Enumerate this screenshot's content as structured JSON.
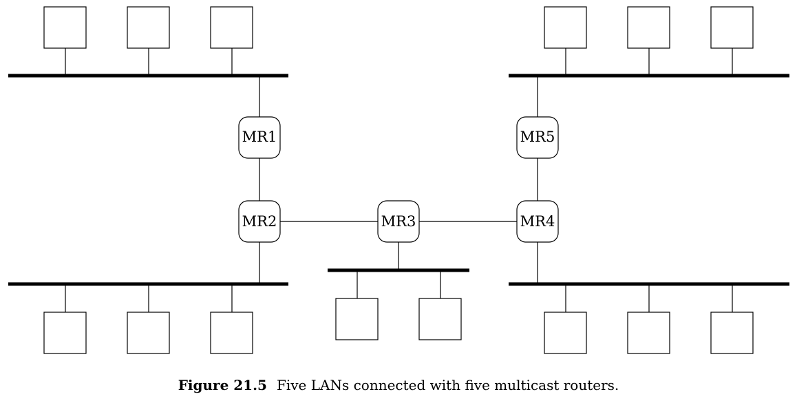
{
  "diagram": {
    "routers": [
      {
        "id": "MR1",
        "label": "MR1"
      },
      {
        "id": "MR2",
        "label": "MR2"
      },
      {
        "id": "MR3",
        "label": "MR3"
      },
      {
        "id": "MR4",
        "label": "MR4"
      },
      {
        "id": "MR5",
        "label": "MR5"
      }
    ],
    "lans": [
      {
        "id": "lan-top-left",
        "hosts": 3,
        "router": "MR1"
      },
      {
        "id": "lan-bottom-left",
        "hosts": 3,
        "router": "MR2"
      },
      {
        "id": "lan-bottom-middle",
        "hosts": 2,
        "router": "MR3"
      },
      {
        "id": "lan-bottom-right",
        "hosts": 3,
        "router": "MR4"
      },
      {
        "id": "lan-top-right",
        "hosts": 3,
        "router": "MR5"
      }
    ],
    "router_links": [
      [
        "MR1",
        "MR2"
      ],
      [
        "MR2",
        "MR3"
      ],
      [
        "MR3",
        "MR4"
      ],
      [
        "MR4",
        "MR5"
      ]
    ]
  },
  "caption": {
    "number": "Figure 21.5",
    "text": "Five LANs connected with five multicast routers."
  }
}
